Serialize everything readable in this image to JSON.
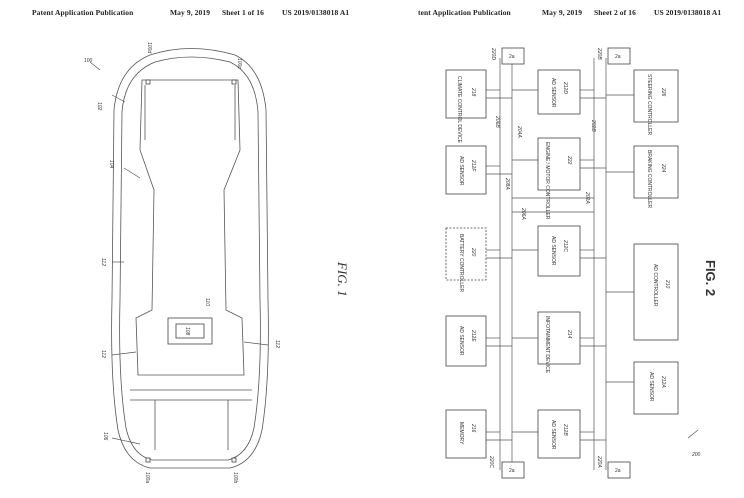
{
  "left_page": {
    "header": {
      "publication": "Patent Application Publication",
      "date": "May 9, 2019",
      "sheet": "Sheet 1 of 16",
      "number": "US 2019/0138018 A1"
    },
    "figure_label": "FIG. 1",
    "refs": [
      "100",
      "102",
      "104",
      "112",
      "112",
      "112",
      "110",
      "108",
      "106",
      "100a",
      "100b",
      "100c",
      "100d"
    ]
  },
  "right_page": {
    "header": {
      "publication": "tent Application Publication",
      "date": "May 9, 2019",
      "sheet": "Sheet 2 of 16",
      "number": "US 2019/0138018 A1"
    },
    "figure_label": "FIG. 2",
    "figure_ref": "200",
    "blocks": [
      {
        "name": "CLIMATE CONTROL DEVICE",
        "ref": "218"
      },
      {
        "name": "AD SENSOR",
        "ref": "212F"
      },
      {
        "name": "BATTERY CONTROLLER",
        "ref": "220"
      },
      {
        "name": "AD SENSOR",
        "ref": "212E"
      },
      {
        "name": "MEMORY",
        "ref": "216"
      },
      {
        "name": "AD SENSOR",
        "ref": "212D"
      },
      {
        "name": "ENGINE / MOTOR CONTROLLER",
        "ref": "222"
      },
      {
        "name": "AD SENSOR",
        "ref": "212C"
      },
      {
        "name": "INFOTAINMENT DEVICE",
        "ref": "214"
      },
      {
        "name": "AD SENSOR",
        "ref": "212B"
      },
      {
        "name": "STEERING CONTROLLER",
        "ref": "226"
      },
      {
        "name": "BRAKING CONTROLLER",
        "ref": "224"
      },
      {
        "name": "AD CONTROLLER",
        "ref": "210"
      },
      {
        "name": "AD SENSOR",
        "ref": "212A"
      }
    ],
    "terminals": [
      {
        "label": "2a",
        "ref": "220D"
      },
      {
        "label": "2a",
        "ref": "220B"
      },
      {
        "label": "2a",
        "ref": "220C"
      },
      {
        "label": "2a",
        "ref": "220A"
      }
    ],
    "bus_refs": [
      "206B",
      "204A",
      "208A",
      "206A",
      "202A",
      "202B"
    ]
  }
}
